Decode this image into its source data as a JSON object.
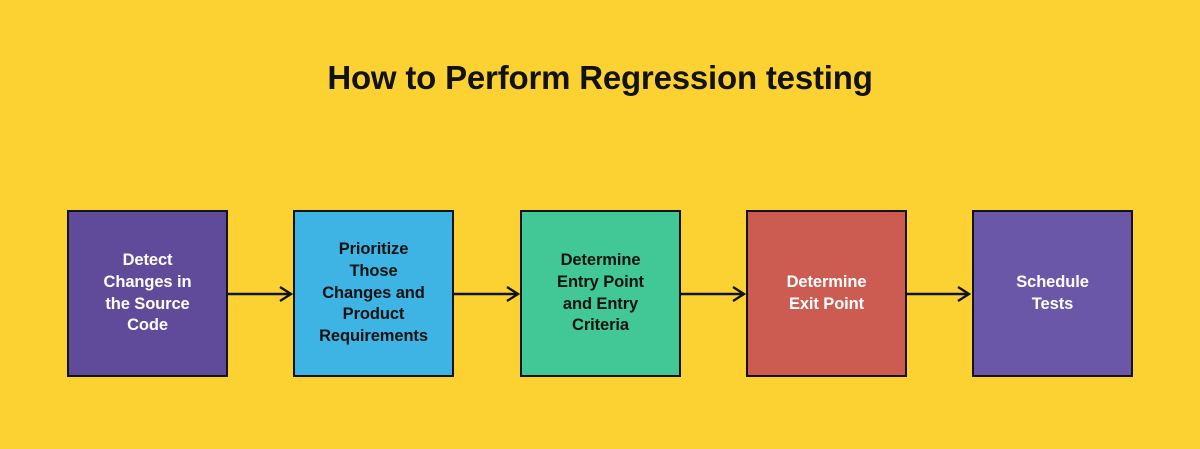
{
  "diagram": {
    "title": "How to Perform Regression testing",
    "background_color": "#fcd233",
    "title_color": "#121212",
    "border_color": "#121212",
    "type": "flowchart-linear",
    "steps": [
      {
        "id": "step-1",
        "label": "Detect\nChanges in\nthe Source\nCode",
        "fill": "#5f4b99",
        "text_color": "#ffffff"
      },
      {
        "id": "step-2",
        "label": "Prioritize\nThose\nChanges and\nProduct\nRequirements",
        "fill": "#3db4e3",
        "text_color": "#121212"
      },
      {
        "id": "step-3",
        "label": "Determine\nEntry Point\nand Entry\nCriteria",
        "fill": "#41c896",
        "text_color": "#121212"
      },
      {
        "id": "step-4",
        "label": "Determine\nExit Point",
        "fill": "#cc5c52",
        "text_color": "#ffffff"
      },
      {
        "id": "step-5",
        "label": "Schedule\nTests",
        "fill": "#6b57a8",
        "text_color": "#ffffff"
      }
    ],
    "connectors": [
      {
        "id": "arrow-1",
        "from": "step-1",
        "to": "step-2",
        "color": "#121212"
      },
      {
        "id": "arrow-2",
        "from": "step-2",
        "to": "step-3",
        "color": "#121212"
      },
      {
        "id": "arrow-3",
        "from": "step-3",
        "to": "step-4",
        "color": "#121212"
      },
      {
        "id": "arrow-4",
        "from": "step-4",
        "to": "step-5",
        "color": "#121212"
      }
    ]
  }
}
